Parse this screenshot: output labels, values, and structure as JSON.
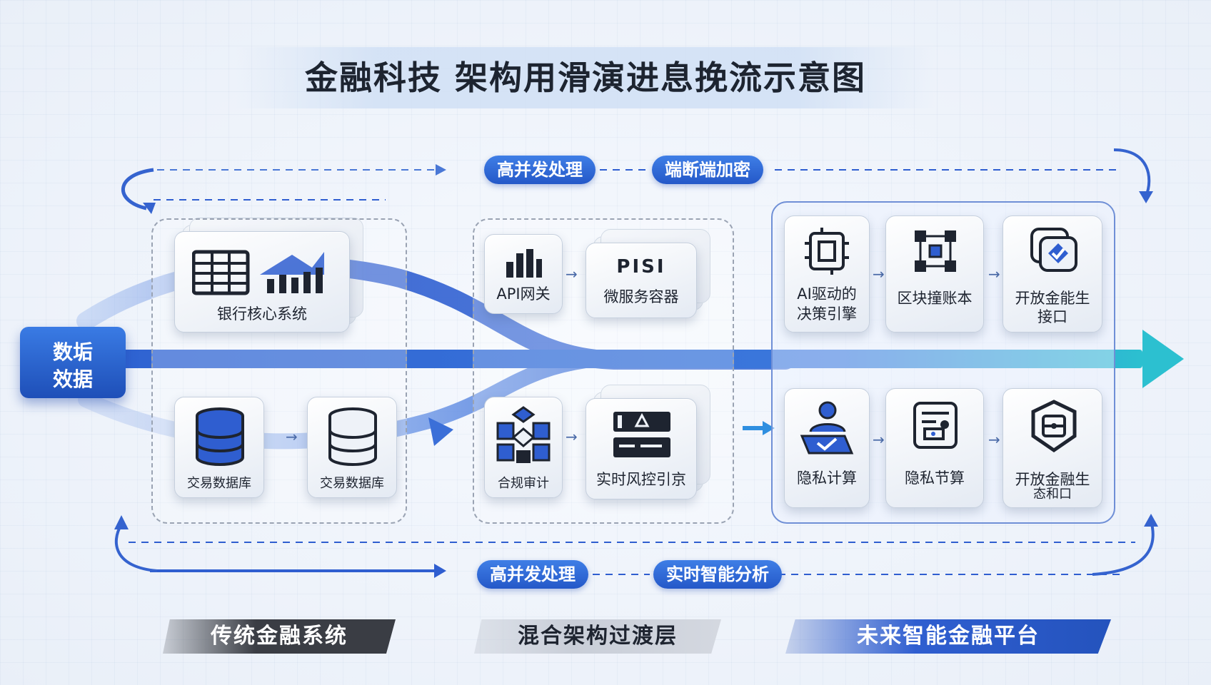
{
  "title": "金融科技 架构用滑演进息挽流示意图",
  "source": {
    "line1": "数垢",
    "line2": "效据"
  },
  "top_pills": [
    "高并发处理",
    "端断端加密"
  ],
  "bottom_pills": [
    "高并发处理",
    "实时智能分析"
  ],
  "traditional": {
    "core": "银行核心系统",
    "db1": "交易数据库",
    "db2": "交易数据库"
  },
  "hybrid": {
    "api": "API网关",
    "container_badge": "PISI",
    "container": "微服务容器",
    "audit": "合规审计",
    "risk": "实时风控引京"
  },
  "future": {
    "ai_line1": "AI驱动的",
    "ai_line2": "决策引擎",
    "blockchain": "区块撞账本",
    "open_api_line1": "开放金能生",
    "open_api_line2": "接口",
    "privacy1": "隐私计算",
    "privacy2": "隐私节算",
    "open_eco_line1": "开放金融生",
    "open_eco_line2": "态和口"
  },
  "banners": [
    "传统金融系统",
    "混合架构过渡层",
    "未来智能金融平台"
  ],
  "colors": {
    "accent": "#2458c8",
    "teal": "#27b3cf",
    "dark_banner": "#3a3d44"
  }
}
